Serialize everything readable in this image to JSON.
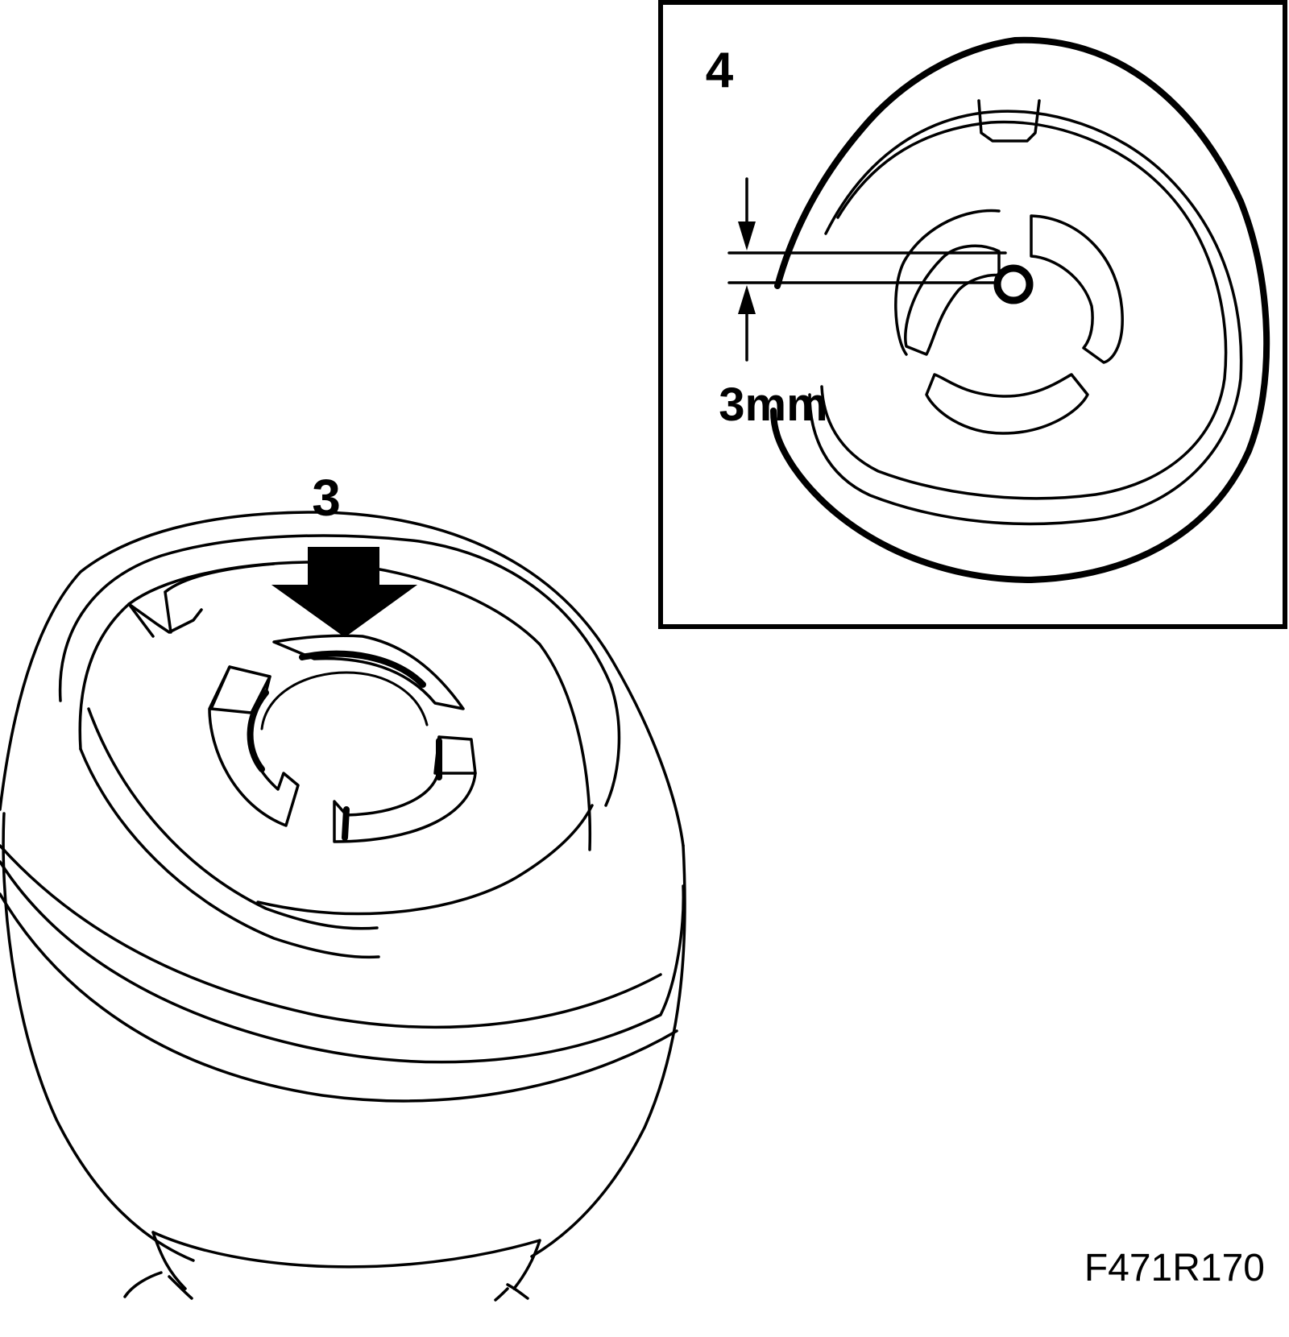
{
  "labels": {
    "main_step": "3",
    "detail_step": "4",
    "measurement": "3mm",
    "figure_ref": "F471R170"
  },
  "colors": {
    "ink": "#000000",
    "paper": "#ffffff"
  }
}
